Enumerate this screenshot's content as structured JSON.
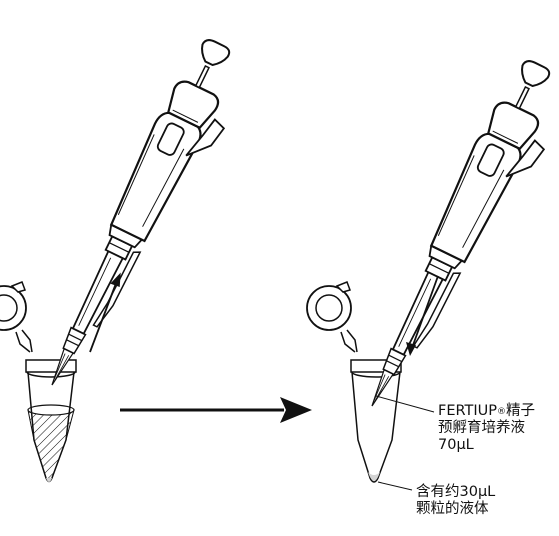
{
  "labels": {
    "medium": {
      "name_pre": "FERTIUP",
      "registered": "®",
      "name_post": "精子",
      "line2": "预孵育培养液",
      "line3": "70μL"
    },
    "pellet": {
      "line1": "含有约30μL",
      "line2": "颗粒的液体"
    }
  },
  "colors": {
    "ink": "#111111",
    "pellet": "#d4d4d4",
    "background": "#ffffff"
  },
  "icons": {
    "pipette": "pipette-icon",
    "tube": "microcentrifuge-tube-icon",
    "arrow": "arrow-right-icon"
  }
}
